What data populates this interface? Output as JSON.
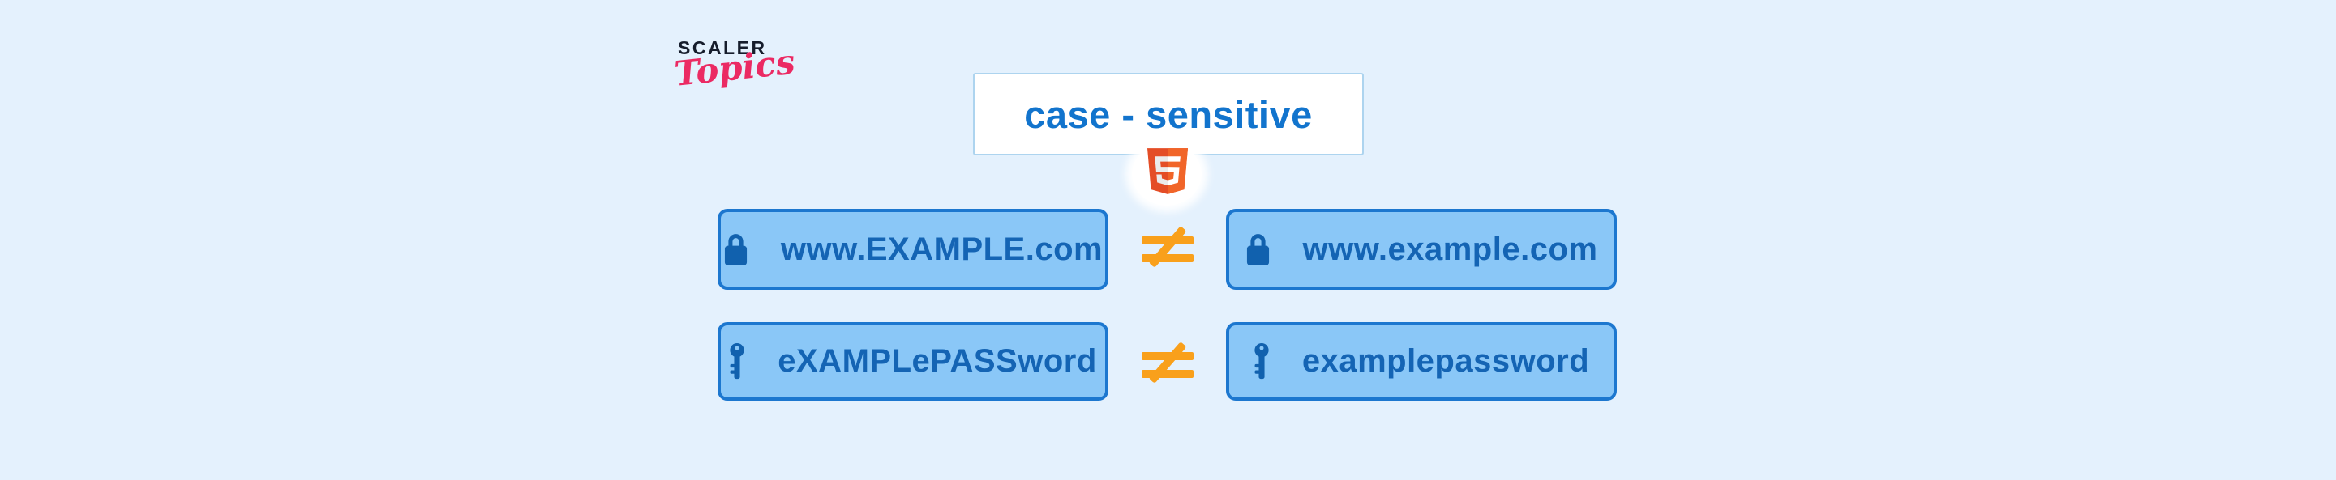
{
  "page": {
    "background_color": "#E4F1FD",
    "description": "Infographic explaining that HTML values are case - sensitive"
  },
  "brand": {
    "line1": "SCALER",
    "line2": "Topics",
    "line1_color": "#161D2C",
    "line2_color": "#EB2A63"
  },
  "title_banner": {
    "label": "case - sensitive",
    "text_color": "#1274CD",
    "box_background": "#FFFFFF",
    "box_border_color": "#ADD4EF"
  },
  "html5_badge": {
    "label": "HTML5 logo",
    "glyph": "5",
    "shield_dark": "#E44D26",
    "shield_light": "#F16529",
    "glyph_left_color": "#EBEBEB",
    "glyph_right_color": "#FFFFFF"
  },
  "comparisons": [
    {
      "left": {
        "icon": "lock",
        "label": "www.EXAMPLE.com"
      },
      "operator": "≠",
      "right": {
        "icon": "lock",
        "label": "www.example.com"
      }
    },
    {
      "left": {
        "icon": "key",
        "label": "eXAMPLePASSword"
      },
      "operator": "≠",
      "right": {
        "icon": "key",
        "label": "examplepassword"
      }
    }
  ],
  "colors": {
    "item_box_fill": "#8AC7F7",
    "item_box_border": "#1C77CF",
    "item_text": "#1464B4",
    "icon_fill": "#1161AE",
    "not_equal_sign": "#F9A01B"
  }
}
